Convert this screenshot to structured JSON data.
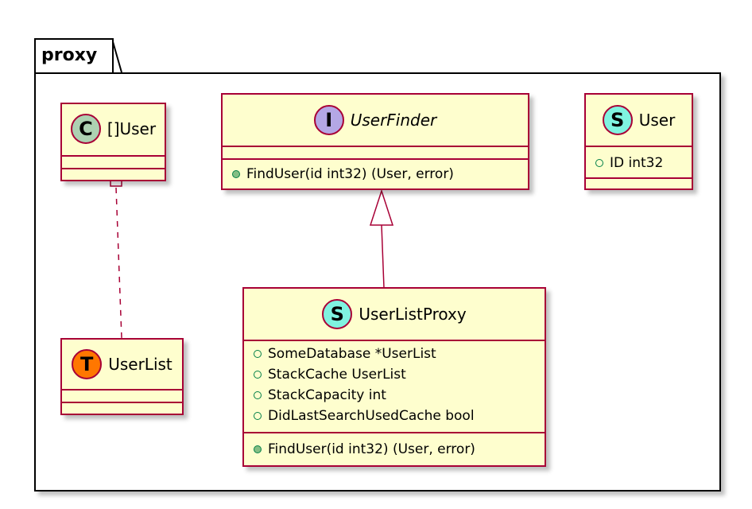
{
  "package": {
    "name": "proxy"
  },
  "colors": {
    "class_fill": "#fefece",
    "class_border": "#a80036",
    "stereotype_class": "#add1b2",
    "stereotype_interface": "#b4a7e5",
    "stereotype_struct": "#7ff3e0",
    "stereotype_type": "#ff7700",
    "visibility_public": "#038048"
  },
  "classes": {
    "user_slice": {
      "stereotype": "C",
      "name": "[]User",
      "stereotype_icon": "circle-c-icon"
    },
    "user_finder": {
      "stereotype": "I",
      "name": "UserFinder",
      "stereotype_icon": "circle-i-icon",
      "methods": [
        "FindUser(id int32) (User, error)"
      ]
    },
    "user": {
      "stereotype": "S",
      "name": "User",
      "stereotype_icon": "circle-s-icon",
      "fields": [
        "ID int32"
      ]
    },
    "user_list": {
      "stereotype": "T",
      "name": "UserList",
      "stereotype_icon": "circle-t-icon"
    },
    "user_list_proxy": {
      "stereotype": "S",
      "name": "UserListProxy",
      "stereotype_icon": "circle-s-icon",
      "fields": [
        "SomeDatabase *UserList",
        "StackCache UserList",
        "StackCapacity int",
        "DidLastSearchUsedCache bool"
      ],
      "methods": [
        "FindUser(id int32) (User, error)"
      ]
    }
  },
  "relations": [
    {
      "from": "user_list_proxy",
      "to": "user_finder",
      "type": "realization"
    },
    {
      "from": "user_list",
      "to": "user_slice",
      "type": "type-alias-dashed"
    }
  ]
}
